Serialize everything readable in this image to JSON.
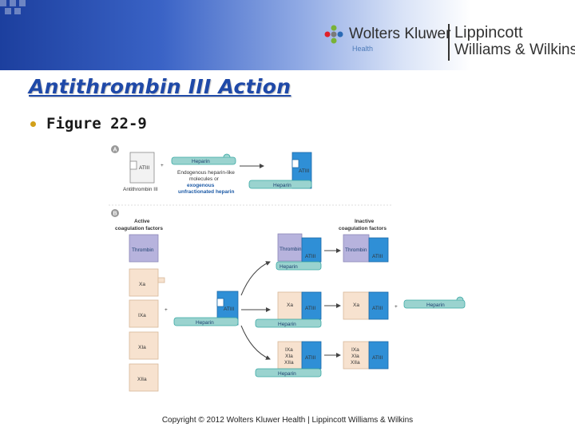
{
  "colors": {
    "banner_dark": "#1c3f9e",
    "title": "#1f49a8",
    "bullet": "#d2a019",
    "atiii_blue": "#2f8fd6",
    "heparin_teal": "#3aa9a4",
    "factor_beige": "#f7e2cf",
    "thrombin_purple": "#b7b3dd"
  },
  "header": {
    "logo": {
      "wk_name": "Wolters Kluwer",
      "wk_sub": "Health",
      "lww_line1": "Lippincott",
      "lww_line2": "Williams & Wilkins"
    }
  },
  "slide": {
    "title": "Antithrombin III Action",
    "bullet": "Figure 22-9"
  },
  "figure": {
    "panel_a": {
      "letter": "A",
      "atiii": "ATIII",
      "antithrombin_label": "Antithrombin III",
      "plus": "+",
      "heparin": "Heparin",
      "note_line1": "Endogenous heparin-like",
      "note_line2": "molecules or",
      "note_line3": "exogenous",
      "note_line4": "unfractionated heparin",
      "complex_atiii": "ATIII",
      "complex_heparin": "Heparin"
    },
    "panel_b": {
      "letter": "B",
      "active_title_1": "Active",
      "active_title_2": "coagulation factors",
      "inactive_title_1": "Inactive",
      "inactive_title_2": "coagulation factors",
      "factors": [
        "Thrombin",
        "Xa",
        "IXa",
        "XIa",
        "XIIa"
      ],
      "plus": "+",
      "mid_atiii": "ATIII",
      "mid_heparin": "Heparin",
      "complex_top": {
        "factor": "Thrombin",
        "atiii": "ATIII",
        "heparin": "Heparin"
      },
      "complex_mid": {
        "factor": "Xa",
        "atiii": "ATIII",
        "heparin": "Heparin"
      },
      "complex_bot": {
        "f1": "IXa",
        "f2": "XIa",
        "f3": "XIIa",
        "atiii": "ATIII",
        "heparin": "Heparin"
      },
      "inactive_top": {
        "factor": "Thrombin",
        "atiii": "ATIII"
      },
      "inactive_mid": {
        "factor": "Xa",
        "atiii": "ATIII"
      },
      "inactive_bot": {
        "f1": "IXa",
        "f2": "XIa",
        "f3": "XIIa",
        "atiii": "ATIII"
      },
      "release_plus": "+",
      "released_heparin": "Heparin"
    }
  },
  "footer": {
    "copyright": "Copyright © 2012 Wolters Kluwer Health | Lippincott Williams & Wilkins"
  }
}
